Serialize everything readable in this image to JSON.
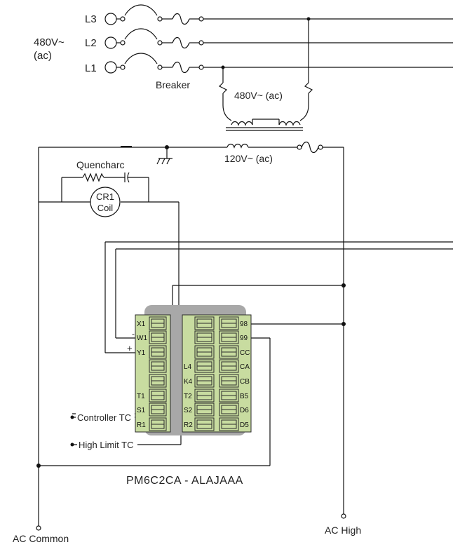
{
  "supply": {
    "voltage_label": "480V~\n(ac)",
    "line_labels": [
      "L3",
      "L2",
      "L1"
    ],
    "breaker_label": "Breaker"
  },
  "transformer": {
    "primary_label": "480V~ (ac)",
    "secondary_label": "120V~ (ac)"
  },
  "coil": {
    "quench_label": "Quencharc",
    "coil_line1": "CR1",
    "coil_line2": "Coil"
  },
  "controller": {
    "model": "PM6C2CA - ALAJAAA",
    "left_terminals": [
      "X1",
      "W1",
      "Y1",
      "",
      "",
      "T1",
      "S1",
      "R1"
    ],
    "mid_terminals": [
      "",
      "",
      "",
      "L4",
      "K4",
      "T2",
      "S2",
      "R2"
    ],
    "right_terminals": [
      "98",
      "99",
      "CC",
      "CA",
      "CB",
      "B5",
      "D6",
      "D5"
    ],
    "minus_sign": "-",
    "plus_sign": "+"
  },
  "sensors": {
    "controller_tc": "Controller TC",
    "high_limit_tc": "High Limit TC"
  },
  "ac": {
    "common": "AC Common",
    "high": "AC High"
  },
  "colors": {
    "terminal_fill": "#c8dca0",
    "terminal_stroke": "#2a2a2a",
    "housing": "#a8a8a8"
  }
}
